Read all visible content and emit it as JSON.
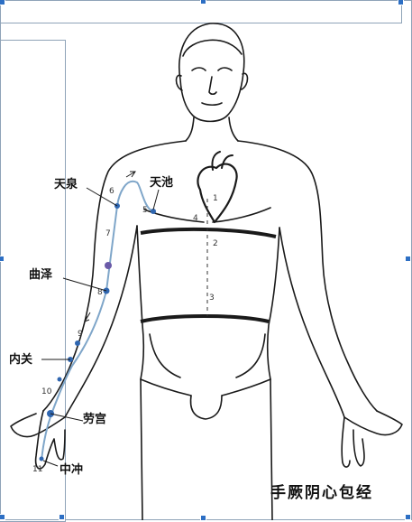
{
  "diagram": {
    "title": "手厥阴心包经",
    "acupoints": {
      "tianquan": "天泉",
      "tianchi": "天池",
      "quze": "曲泽",
      "neiguan": "内关",
      "laogong": "劳宫",
      "zhongchong": "中冲"
    },
    "point_numbers": {
      "n1": "1",
      "n2": "2",
      "n3": "3",
      "n4": "4",
      "n5": "5",
      "n6": "6",
      "n7": "7",
      "n8": "8",
      "n9": "9",
      "n10": "10",
      "n11": "11"
    },
    "colors": {
      "meridian": "#7fa6c9",
      "acupoint": "#2f66b0",
      "outline": "#1a1a1a",
      "selection_handle": "#2d6fc4"
    }
  }
}
